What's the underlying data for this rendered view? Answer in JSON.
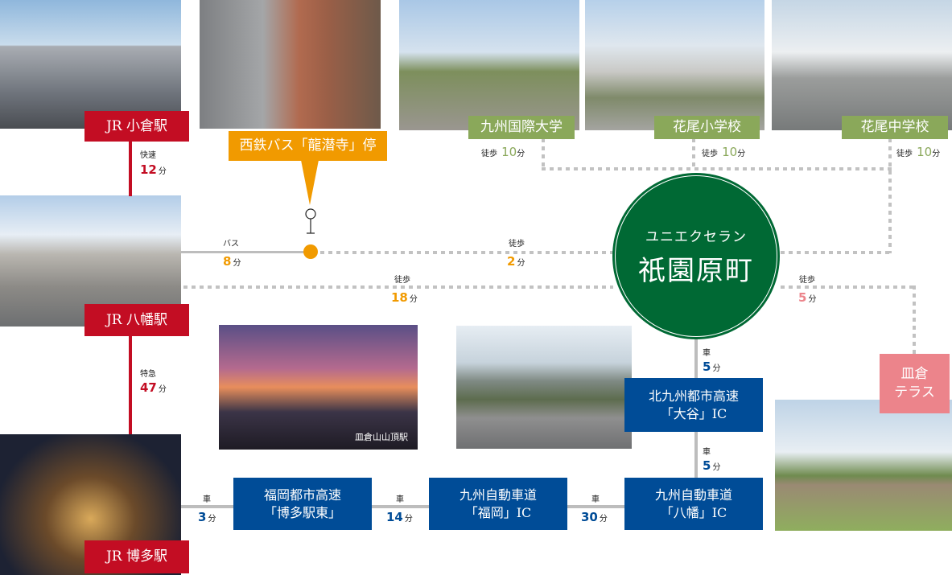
{
  "stations": {
    "kokura": "JR 小倉駅",
    "yahata": "JR 八幡駅",
    "hakata": "JR 博多駅"
  },
  "rail": [
    {
      "type": "快速",
      "minutes": "12",
      "unit": "分"
    },
    {
      "type": "特急",
      "minutes": "47",
      "unit": "分"
    }
  ],
  "bus_stop": {
    "label": "西鉄バス「龍潜寺」停"
  },
  "center": {
    "line1": "ユニエクセラン",
    "line2": "祇園原町"
  },
  "schools": [
    {
      "name": "九州国際大学",
      "mode": "徒歩",
      "minutes": "10",
      "unit": "分"
    },
    {
      "name": "花尾小学校",
      "mode": "徒歩",
      "minutes": "10",
      "unit": "分"
    },
    {
      "name": "花尾中学校",
      "mode": "徒歩",
      "minutes": "10",
      "unit": "分"
    }
  ],
  "routes": {
    "bus": {
      "mode": "バス",
      "minutes": "8",
      "unit": "分"
    },
    "walk_stop": {
      "mode": "徒歩",
      "minutes": "2",
      "unit": "分"
    },
    "walk_station": {
      "mode": "徒歩",
      "minutes": "18",
      "unit": "分"
    },
    "walk_terrace": {
      "mode": "徒歩",
      "minutes": "5",
      "unit": "分"
    }
  },
  "terrace": {
    "line1": "皿倉",
    "line2": "テラス"
  },
  "photo_caption": "皿倉山山頂駅",
  "highway": {
    "otani": {
      "line1": "北九州都市高速",
      "line2": "「大谷」IC"
    },
    "yahata": {
      "line1": "九州自動車道",
      "line2": "「八幡」IC"
    },
    "fukuoka": {
      "line1": "九州自動車道",
      "line2": "「福岡」IC"
    },
    "hakata_east": {
      "line1": "福岡都市高速",
      "line2": "「博多駅東」"
    }
  },
  "car": [
    {
      "mode": "車",
      "minutes": "5",
      "unit": "分"
    },
    {
      "mode": "車",
      "minutes": "5",
      "unit": "分"
    },
    {
      "mode": "車",
      "minutes": "30",
      "unit": "分"
    },
    {
      "mode": "車",
      "minutes": "14",
      "unit": "分"
    },
    {
      "mode": "車",
      "minutes": "3",
      "unit": "分"
    }
  ],
  "colors": {
    "rail": "#c30d23",
    "bus": "#f19a00",
    "school": "#8aa85a",
    "center": "#006934",
    "highway": "#004c97",
    "terrace": "#ec848b"
  }
}
